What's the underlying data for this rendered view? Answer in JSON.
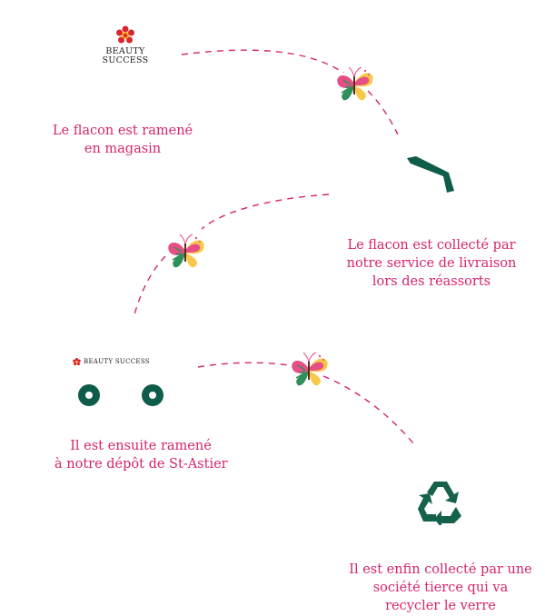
{
  "colors": {
    "accent_pink": "#d6246e",
    "truck_green": "#0e5c4a",
    "recycle_green": "#14614c",
    "butterfly_yellow": "#f6c94a",
    "butterfly_pink": "#e84e86",
    "butterfly_green": "#2f8f5b",
    "brand_red": "#d8262e"
  },
  "brand": {
    "logo_line1": "BEAUTY",
    "logo_line2": "SUCCESS",
    "truck_label": "BEAUTY SUCCESS"
  },
  "steps": [
    {
      "lines": [
        "Le flacon est ramené",
        "en magasin"
      ],
      "icon": "store-logo-icon"
    },
    {
      "lines": [
        "Le flacon est collecté par",
        "notre service de livraison",
        "lors des réassorts"
      ],
      "icon": "delivery-truck-icon"
    },
    {
      "lines": [
        "Il est ensuite ramené",
        "à notre dépôt de St-Astier"
      ],
      "icon": "truck-icon"
    },
    {
      "lines": [
        "Il est enfin collecté par une",
        "société tierce qui va",
        "recycler le verre"
      ],
      "icon": "recycle-icon"
    }
  ]
}
